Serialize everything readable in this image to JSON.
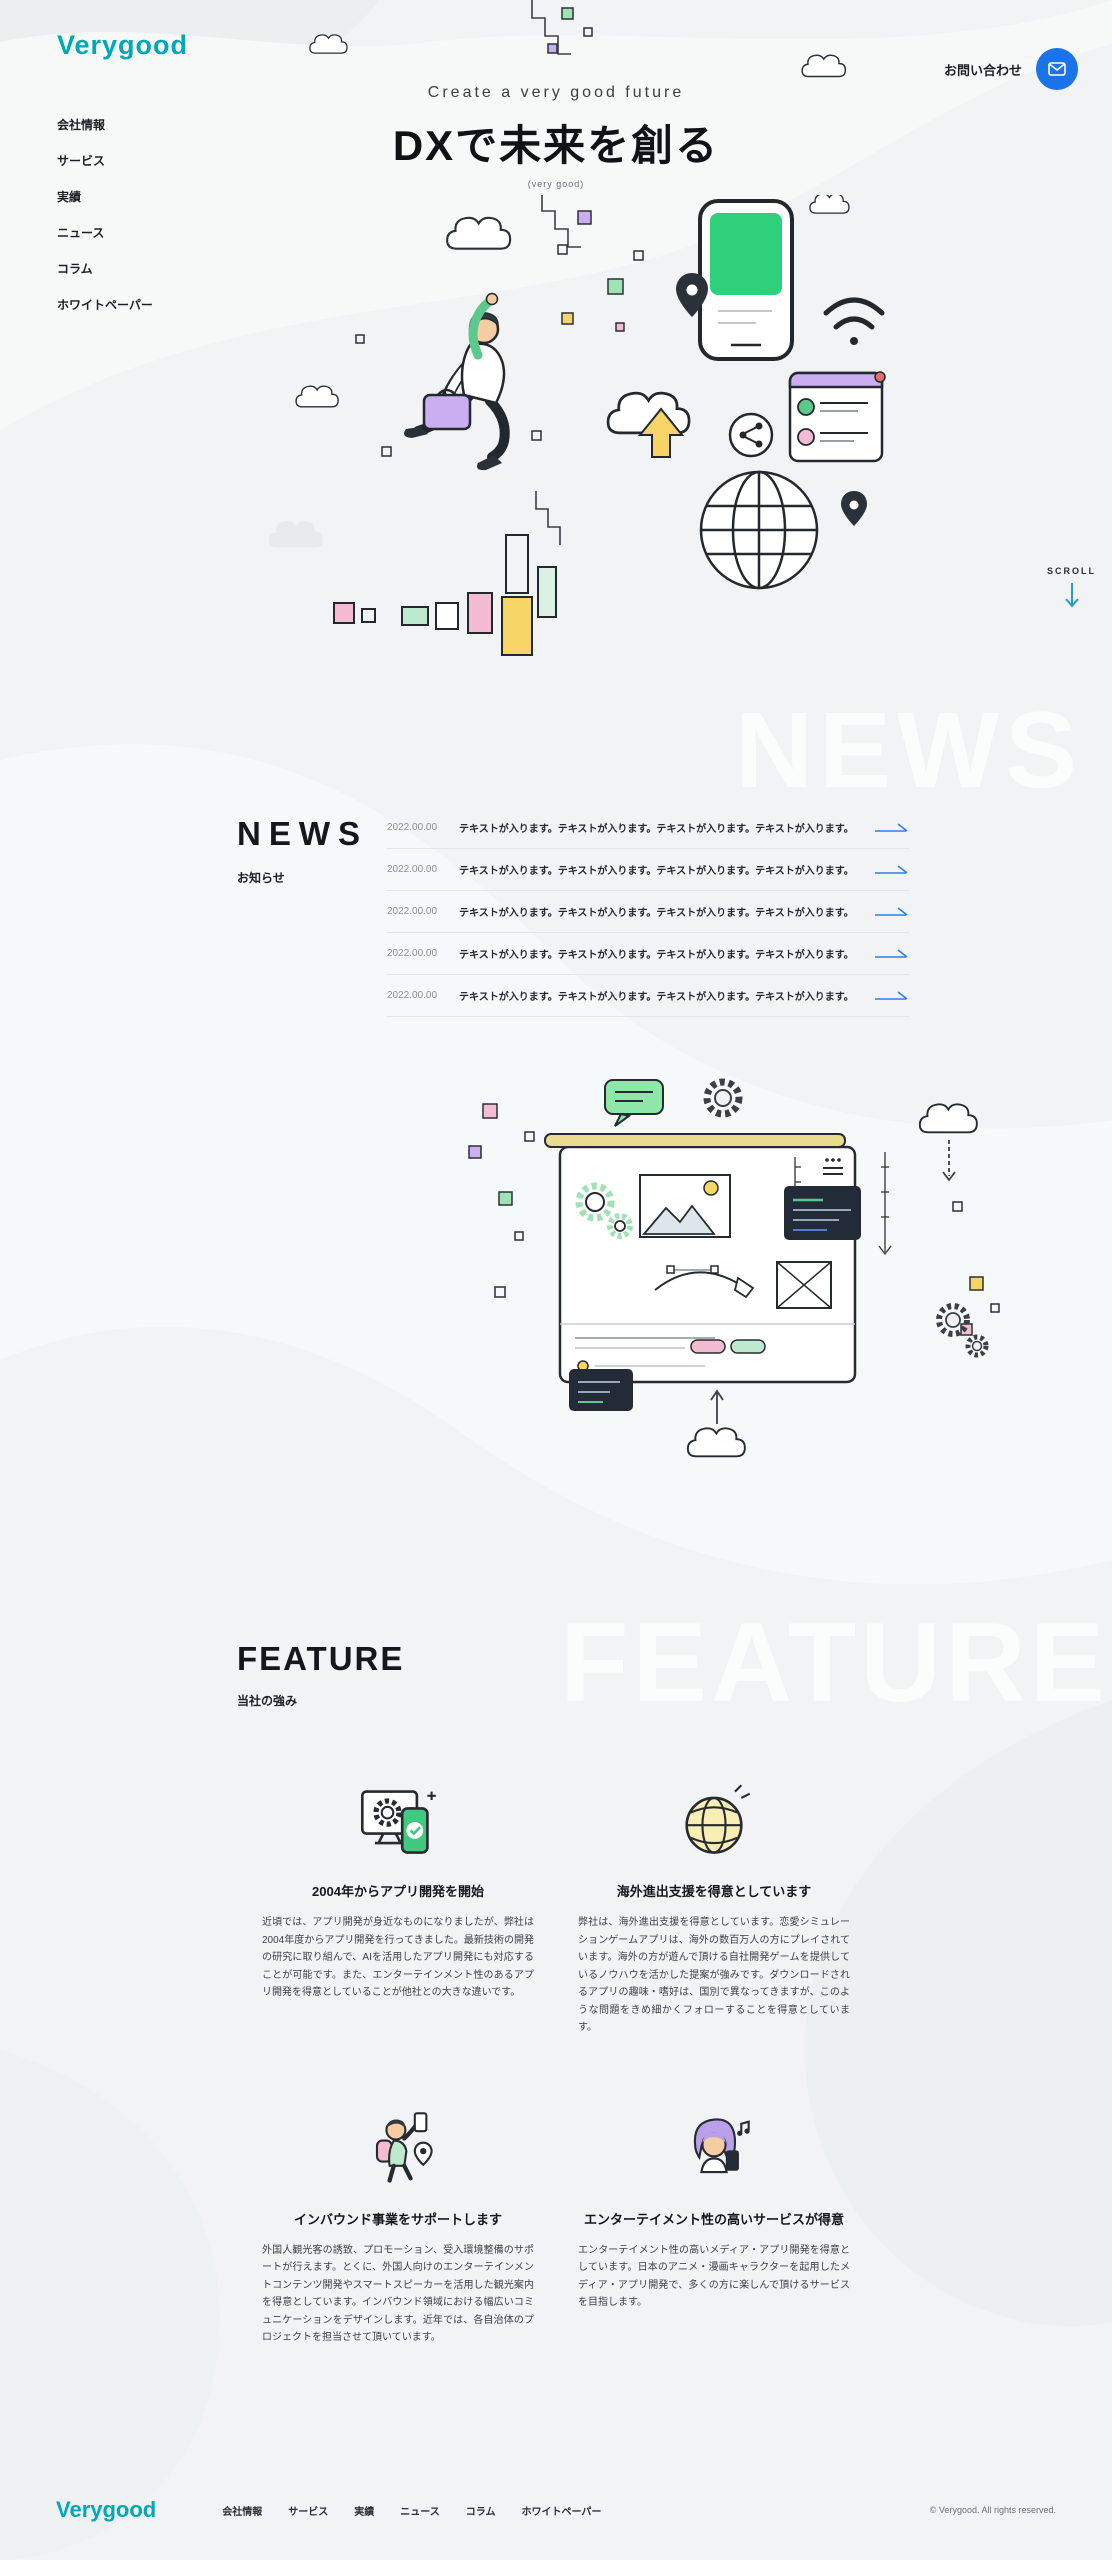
{
  "brand": {
    "name": "Verygood"
  },
  "header": {
    "contact_label": "お問い合わせ"
  },
  "sidebar": {
    "items": [
      {
        "label": "会社情報"
      },
      {
        "label": "サービス"
      },
      {
        "label": "実績"
      },
      {
        "label": "ニュース"
      },
      {
        "label": "コラム"
      },
      {
        "label": "ホワイトペーパー"
      }
    ]
  },
  "hero": {
    "subtitle": "Create a very good future",
    "title": "DXで未来を創る",
    "title_note": "(very good)",
    "scroll_label": "SCROLL"
  },
  "news": {
    "heading": "NEWS",
    "subheading": "お知らせ",
    "watermark": "NEWS",
    "items": [
      {
        "date": "2022.00.00",
        "text": "テキストが入ります。テキストが入ります。テキストが入ります。テキストが入ります。"
      },
      {
        "date": "2022.00.00",
        "text": "テキストが入ります。テキストが入ります。テキストが入ります。テキストが入ります。"
      },
      {
        "date": "2022.00.00",
        "text": "テキストが入ります。テキストが入ります。テキストが入ります。テキストが入ります。"
      },
      {
        "date": "2022.00.00",
        "text": "テキストが入ります。テキストが入ります。テキストが入ります。テキストが入ります。"
      },
      {
        "date": "2022.00.00",
        "text": "テキストが入ります。テキストが入ります。テキストが入ります。テキストが入ります。"
      }
    ]
  },
  "feature": {
    "heading": "FEATURE",
    "subheading": "当社の強み",
    "watermark": "FEATURE",
    "items": [
      {
        "icon": "app-development-icon",
        "title": "2004年からアプリ開発を開始",
        "body": "近頃では、アプリ開発が身近なものになりましたが、弊社は2004年度からアプリ開発を行ってきました。最新技術の開発の研究に取り組んで、AIを活用したアプリ開発にも対応することが可能です。また、エンターテインメント性のあるアプリ開発を得意としていることが他社との大きな違いです。"
      },
      {
        "icon": "global-expansion-icon",
        "title": "海外進出支援を得意としています",
        "body": "弊社は、海外進出支援を得意としています。恋愛シミュレーションゲームアプリは、海外の数百万人の方にプレイされています。海外の方が遊んで頂ける自社開発ゲームを提供しているノウハウを活かした提案が強みです。ダウンロードされるアプリの趣味・嗜好は、国別で異なってきますが、このような問題をきめ細かくフォローすることを得意としています。"
      },
      {
        "icon": "inbound-support-icon",
        "title": "インバウンド事業をサポートします",
        "body": "外国人観光客の誘致、プロモーション、受入環境整備のサポートが行えます。とくに、外国人向けのエンターテインメントコンテンツ開発やスマートスピーカーを活用した観光案内を得意としています。インバウンド領域における幅広いコミュニケーションをデザインします。近年では、各自治体のプロジェクトを担当させて頂いています。"
      },
      {
        "icon": "entertainment-icon",
        "title": "エンターテイメント性の高いサービスが得意",
        "body": "エンターテイメント性の高いメディア・アプリ開発を得意としています。日本のアニメ・漫画キャラクターを起用したメディア・アプリ開発で、多くの方に楽しんで頂けるサービスを目指します。"
      }
    ]
  },
  "footer": {
    "logo": "Verygood",
    "nav": [
      {
        "label": "会社情報"
      },
      {
        "label": "サービス"
      },
      {
        "label": "実績"
      },
      {
        "label": "ニュース"
      },
      {
        "label": "コラム"
      },
      {
        "label": "ホワイトペーパー"
      }
    ],
    "copyright": "© Verygood. All rights reserved."
  },
  "colors": {
    "brand_teal": "#00a8b8",
    "accent_blue": "#1a73e8",
    "arrow_blue": "#2f7fe0",
    "background": "#f1f3f4"
  }
}
